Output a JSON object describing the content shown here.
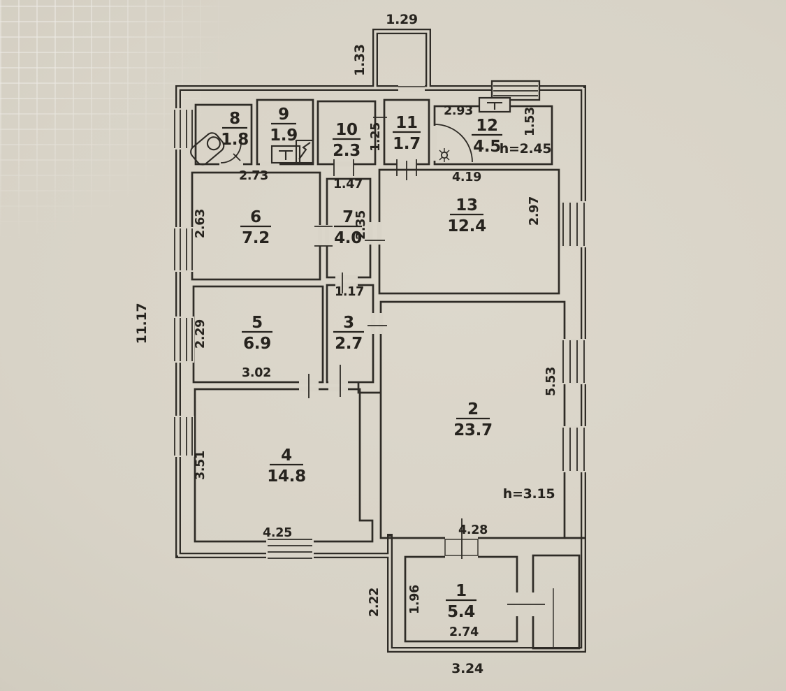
{
  "document": {
    "type": "apartment floor plan technical drawing"
  },
  "colors": {
    "paper": "#d9d4c8",
    "line": "#2e2b26",
    "text": "#26231e"
  },
  "overall": {
    "left_total_height": "11.17",
    "bottom_total_width": "3.24",
    "annex_left_height": "2.22",
    "top_porch_width": "1.29",
    "top_porch_depth": "1.33"
  },
  "rooms": {
    "r1": {
      "number": "1",
      "area": "5.4",
      "width": "2.74",
      "height": "1.96"
    },
    "r2": {
      "number": "2",
      "area": "23.7",
      "bottom_width": "4.28",
      "right_height": "5.53",
      "ceiling": "h=3.15"
    },
    "r3": {
      "number": "3",
      "area": "2.7",
      "top_width": "1.17"
    },
    "r4": {
      "number": "4",
      "area": "14.8",
      "bottom_width": "4.25",
      "left_height": "3.51"
    },
    "r5": {
      "number": "5",
      "area": "6.9",
      "bottom_width": "3.02",
      "left_height": "2.29"
    },
    "r6": {
      "number": "6",
      "area": "7.2",
      "top_width": "2.73",
      "left_height": "2.63"
    },
    "r7": {
      "number": "7",
      "area": "4.0",
      "top_width": "1.47",
      "right_height": "2.35"
    },
    "r8": {
      "number": "8",
      "area": "1.8"
    },
    "r9": {
      "number": "9",
      "area": "1.9"
    },
    "r10": {
      "number": "10",
      "area": "2.3",
      "right_height": "1.25"
    },
    "r11": {
      "number": "11",
      "area": "1.7"
    },
    "r12": {
      "number": "12",
      "area": "4.5",
      "top_width": "2.93",
      "right_height": "1.53",
      "ceiling": "h=2.45"
    },
    "r13": {
      "number": "13",
      "area": "12.4",
      "top_width": "4.19",
      "right_height": "2.97"
    }
  },
  "fixtures": {
    "room8": "sink",
    "room9": "toilet",
    "room12": "gas-burner"
  }
}
